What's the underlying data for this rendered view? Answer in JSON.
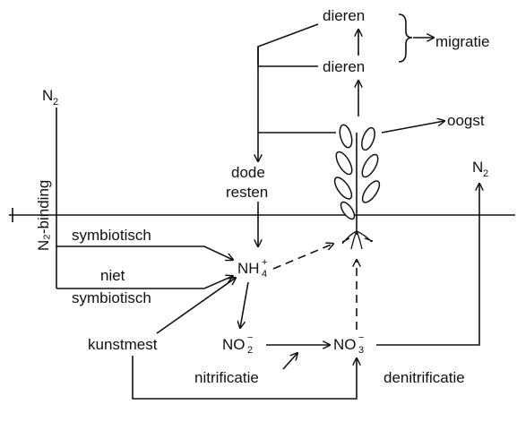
{
  "diagram": {
    "nodes": {
      "dieren_top": "dieren",
      "dieren_bottom": "dieren",
      "migratie": "migratie",
      "oogst": "oogst",
      "n2_left": "N",
      "n2_left_sub": "2",
      "n2_right": "N",
      "n2_right_sub": "2",
      "n2_binding": "N₂-binding",
      "dode": "dode",
      "resten": "resten",
      "symbiotisch": "symbiotisch",
      "niet": "niet",
      "niet_symbiotisch": "symbiotisch",
      "nh4": "NH",
      "nh4_sub": "4",
      "nh4_sup": "+",
      "kunstmest": "kunstmest",
      "no2": "NO",
      "no2_sub": "2",
      "no2_sup": "−",
      "no3": "NO",
      "no3_sub": "3",
      "no3_sup": "−",
      "nitrificatie": "nitrificatie",
      "denitrificatie": "denitrificatie"
    }
  }
}
